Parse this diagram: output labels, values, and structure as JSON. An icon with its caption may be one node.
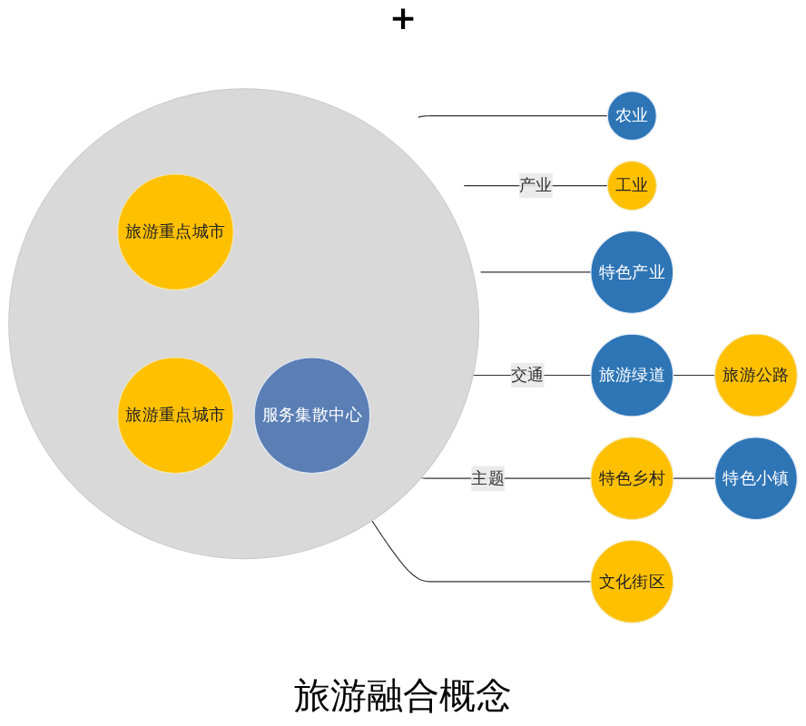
{
  "diagram": {
    "caption": "旅游融合概念",
    "nodes": [
      {
        "text": [],
        "shape": "circle"
      },
      {
        "text": [
          "旅游重点城市"
        ],
        "in": 0
      },
      {
        "text": [
          "服务集散中心"
        ],
        "in": 0
      },
      {
        "text": [
          "旅游重点城市"
        ],
        "in": 0
      },
      {
        "text": [
          "农业"
        ]
      },
      {
        "text": [
          "工业"
        ]
      },
      {
        "text": [
          "特色产业"
        ]
      },
      {
        "text": [
          "旅游公路"
        ]
      },
      {
        "text": [
          "旅游绿道"
        ]
      },
      {
        "text": [
          "特色乡村"
        ]
      },
      {
        "text": [
          "特色小镇"
        ]
      },
      {
        "text": [
          "文化街区"
        ]
      }
    ],
    "edges": [
      {
        "from": 0,
        "to": 4,
        "arrow": "none"
      },
      {
        "from": 0,
        "to": 5,
        "arrow": "none",
        "label": "产业"
      },
      {
        "from": 0,
        "to": 6,
        "arrow": "none"
      },
      {
        "from": 0,
        "to": 8,
        "arrow": "none",
        "label": "交通"
      },
      {
        "from": 8,
        "to": 7,
        "arrow": "none"
      },
      {
        "from": 0,
        "to": 9,
        "arrow": "none",
        "label": "主题"
      },
      {
        "from": 9,
        "to": 10,
        "arrow": "none"
      },
      {
        "from": 0,
        "to": 11,
        "arrow": "none"
      }
    ],
    "labels": [
      "+"
    ]
  }
}
